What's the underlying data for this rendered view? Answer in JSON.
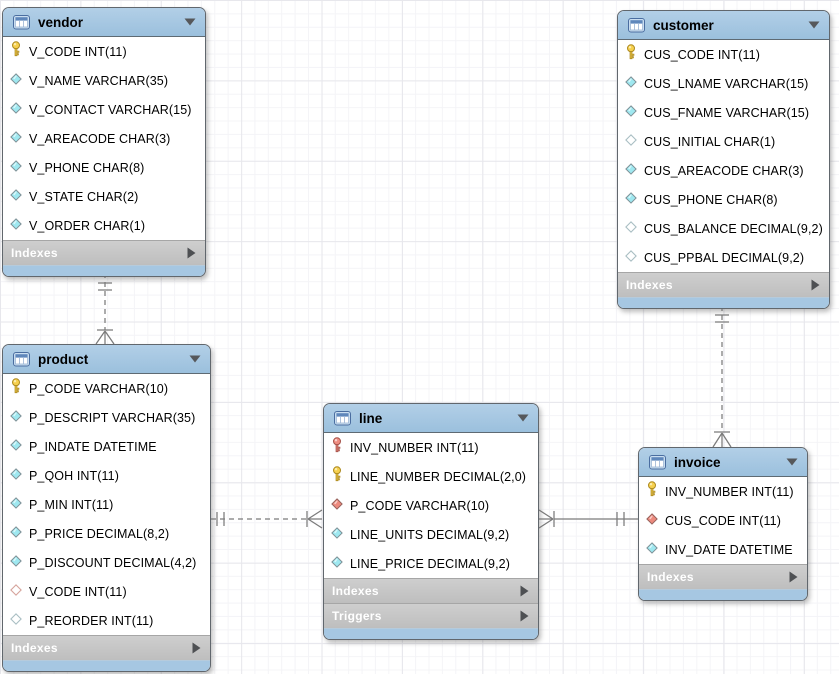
{
  "diagram": {
    "tables": [
      {
        "id": "vendor",
        "title": "vendor",
        "columns": [
          {
            "icon": "primary-key",
            "label": "V_CODE INT(11)"
          },
          {
            "icon": "attr-not-null",
            "label": "V_NAME VARCHAR(35)"
          },
          {
            "icon": "attr-not-null",
            "label": "V_CONTACT VARCHAR(15)"
          },
          {
            "icon": "attr-not-null",
            "label": "V_AREACODE CHAR(3)"
          },
          {
            "icon": "attr-not-null",
            "label": "V_PHONE CHAR(8)"
          },
          {
            "icon": "attr-not-null",
            "label": "V_STATE CHAR(2)"
          },
          {
            "icon": "attr-not-null",
            "label": "V_ORDER CHAR(1)"
          }
        ],
        "footers": [
          "Indexes"
        ]
      },
      {
        "id": "customer",
        "title": "customer",
        "columns": [
          {
            "icon": "primary-key",
            "label": "CUS_CODE INT(11)"
          },
          {
            "icon": "attr-not-null",
            "label": "CUS_LNAME VARCHAR(15)"
          },
          {
            "icon": "attr-not-null",
            "label": "CUS_FNAME VARCHAR(15)"
          },
          {
            "icon": "attr-nullable",
            "label": "CUS_INITIAL CHAR(1)"
          },
          {
            "icon": "attr-not-null",
            "label": "CUS_AREACODE CHAR(3)"
          },
          {
            "icon": "attr-not-null",
            "label": "CUS_PHONE CHAR(8)"
          },
          {
            "icon": "attr-nullable",
            "label": "CUS_BALANCE DECIMAL(9,2)"
          },
          {
            "icon": "attr-nullable",
            "label": "CUS_PPBAL DECIMAL(9,2)"
          }
        ],
        "footers": [
          "Indexes"
        ]
      },
      {
        "id": "product",
        "title": "product",
        "columns": [
          {
            "icon": "primary-key",
            "label": "P_CODE VARCHAR(10)"
          },
          {
            "icon": "attr-not-null",
            "label": "P_DESCRIPT VARCHAR(35)"
          },
          {
            "icon": "attr-not-null",
            "label": "P_INDATE DATETIME"
          },
          {
            "icon": "attr-not-null",
            "label": "P_QOH INT(11)"
          },
          {
            "icon": "attr-not-null",
            "label": "P_MIN INT(11)"
          },
          {
            "icon": "attr-not-null",
            "label": "P_PRICE DECIMAL(8,2)"
          },
          {
            "icon": "attr-not-null",
            "label": "P_DISCOUNT DECIMAL(4,2)"
          },
          {
            "icon": "fk-nullable",
            "label": "V_CODE INT(11)"
          },
          {
            "icon": "attr-nullable",
            "label": "P_REORDER INT(11)"
          }
        ],
        "footers": [
          "Indexes"
        ]
      },
      {
        "id": "line",
        "title": "line",
        "columns": [
          {
            "icon": "primary-foreign-key",
            "label": "INV_NUMBER INT(11)"
          },
          {
            "icon": "primary-key",
            "label": "LINE_NUMBER DECIMAL(2,0)"
          },
          {
            "icon": "fk-not-null",
            "label": "P_CODE VARCHAR(10)"
          },
          {
            "icon": "attr-not-null",
            "label": "LINE_UNITS DECIMAL(9,2)"
          },
          {
            "icon": "attr-not-null",
            "label": "LINE_PRICE DECIMAL(9,2)"
          }
        ],
        "footers": [
          "Indexes",
          "Triggers"
        ]
      },
      {
        "id": "invoice",
        "title": "invoice",
        "columns": [
          {
            "icon": "primary-key",
            "label": "INV_NUMBER INT(11)"
          },
          {
            "icon": "fk-not-null",
            "label": "CUS_CODE INT(11)"
          },
          {
            "icon": "attr-not-null",
            "label": "INV_DATE DATETIME"
          }
        ],
        "footers": [
          "Indexes"
        ]
      }
    ],
    "relationships": [
      {
        "from": "vendor",
        "to": "product",
        "style": "dashed",
        "from_end": "one",
        "to_end": "many"
      },
      {
        "from": "customer",
        "to": "invoice",
        "style": "dashed",
        "from_end": "one",
        "to_end": "many"
      },
      {
        "from": "product",
        "to": "line",
        "style": "dashed",
        "from_end": "one",
        "to_end": "many"
      },
      {
        "from": "invoice",
        "to": "line",
        "style": "solid",
        "from_end": "one",
        "to_end": "many"
      }
    ],
    "colors": {
      "table_header": "#a6c7e2",
      "footer_bar": "#c7c7c7",
      "primary_key": "#f6d04e",
      "foreign_key": "#ec8a7e",
      "attribute": "#9fe8f0",
      "relationship_line": "#7b7b7b"
    }
  }
}
